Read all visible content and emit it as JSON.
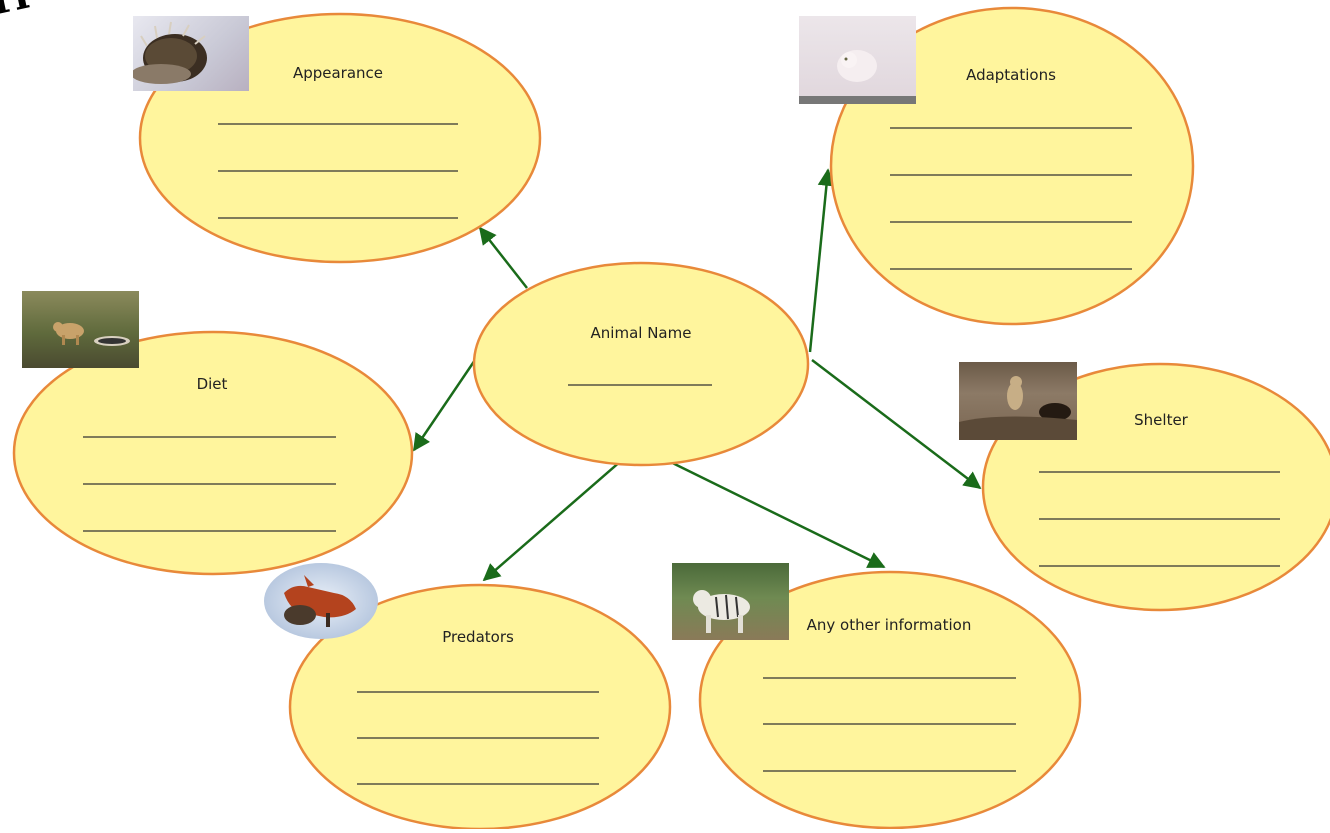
{
  "corner_text": "ri",
  "center": {
    "title": "Animal Name",
    "blank_lines": 1
  },
  "nodes": [
    {
      "key": "appearance",
      "title": "Appearance",
      "blank_lines": 3,
      "photo_icon": "porcupine-photo"
    },
    {
      "key": "adaptations",
      "title": "Adaptations",
      "blank_lines": 4,
      "photo_icon": "arctic-fox-photo"
    },
    {
      "key": "diet",
      "title": "Diet",
      "blank_lines": 3,
      "photo_icon": "lion-hunting-photo"
    },
    {
      "key": "shelter",
      "title": "Shelter",
      "blank_lines": 3,
      "photo_icon": "prairie-dog-burrow-photo"
    },
    {
      "key": "predators",
      "title": "Predators",
      "blank_lines": 3,
      "photo_icon": "fox-with-prey-photo"
    },
    {
      "key": "other",
      "title": "Any other information",
      "blank_lines": 3,
      "photo_icon": "white-tiger-photo"
    }
  ],
  "colors": {
    "bubble_fill": "#fff59d",
    "bubble_stroke": "#e8893a",
    "arrow": "#1a6b1a",
    "line": "#333333"
  }
}
